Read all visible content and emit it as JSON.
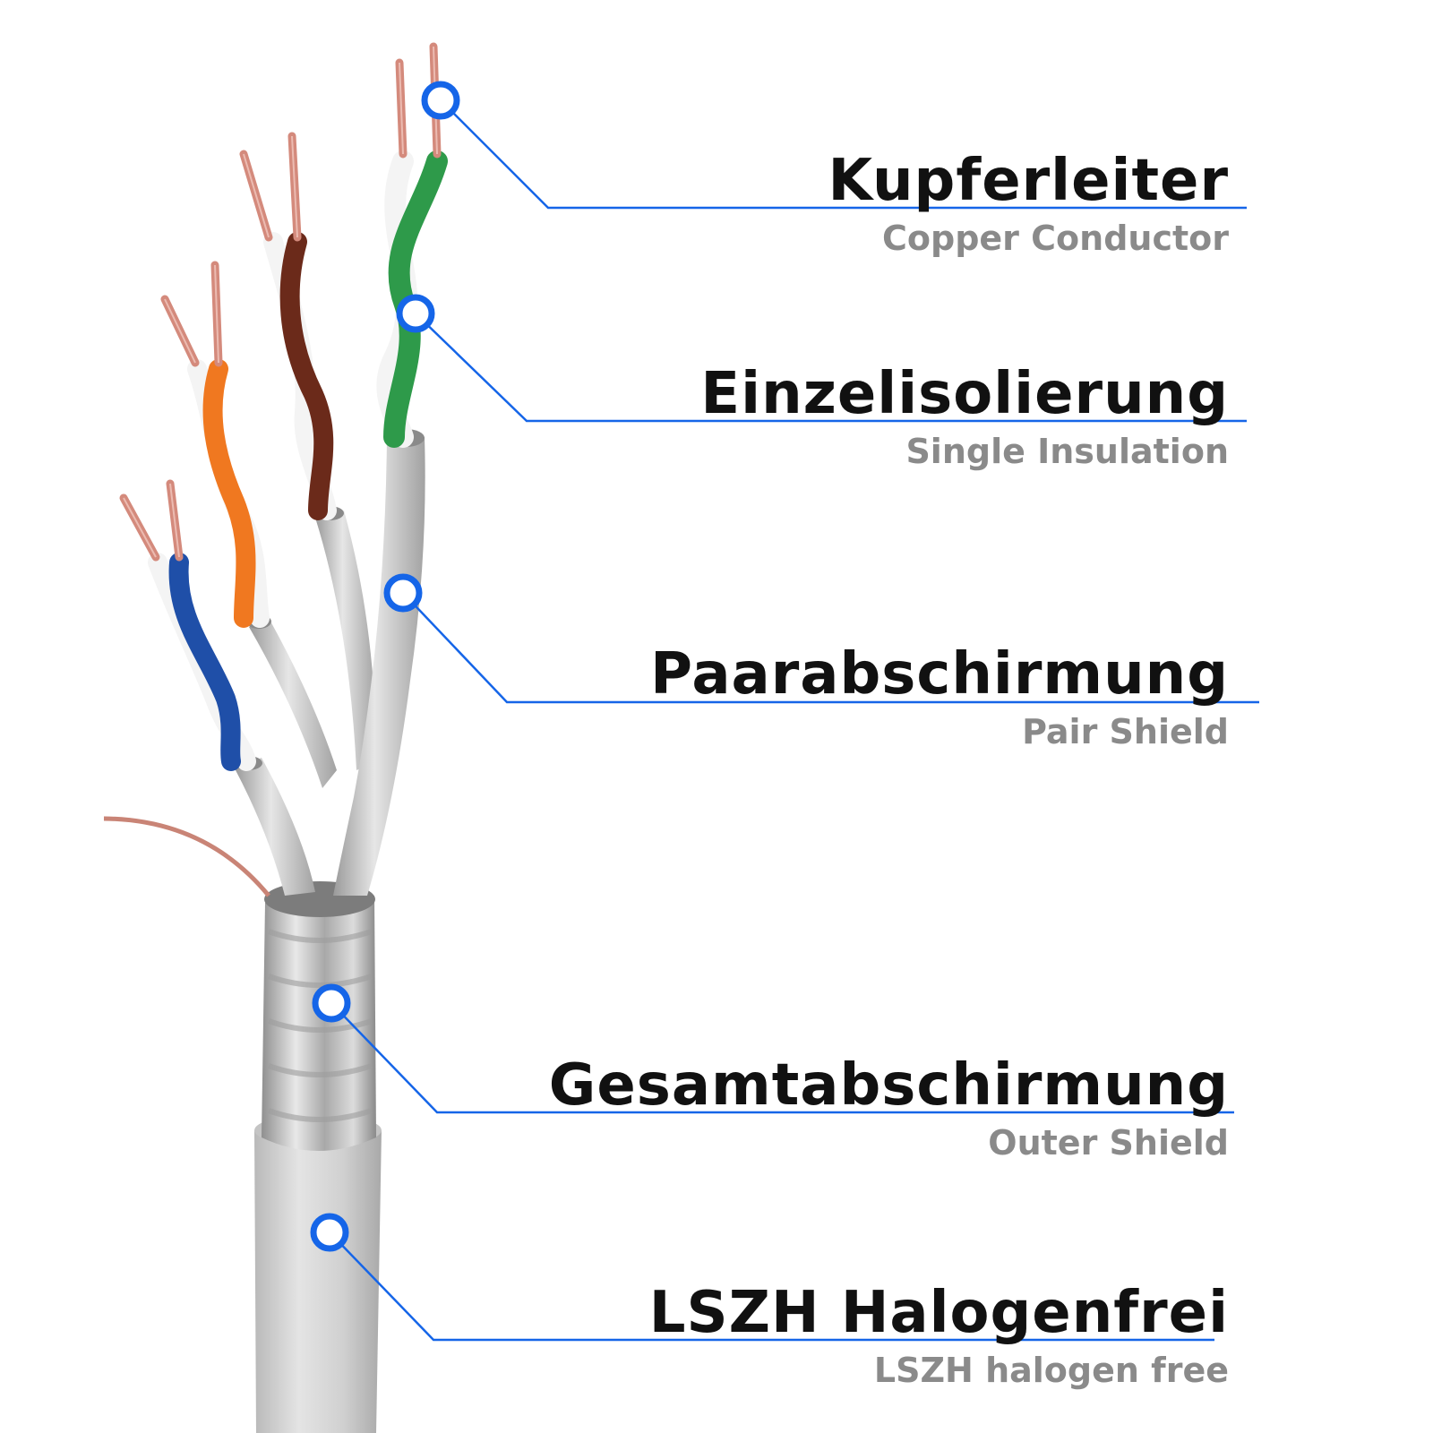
{
  "accent_color": "#1565e8",
  "wire_colors": {
    "green": "#2e9a4a",
    "brown": "#6b2a1a",
    "orange": "#f07820",
    "blue": "#1f4fa8",
    "shield": "#c8c8c8",
    "jacket": "#d2d2d2",
    "copper": "#d48a7c"
  },
  "callouts": [
    {
      "id": "kupferleiter",
      "label_de": "Kupferleiter",
      "label_en": "Copper Conductor"
    },
    {
      "id": "einzelisolierung",
      "label_de": "Einzelisolierung",
      "label_en": "Single Insulation"
    },
    {
      "id": "paarabschirmung",
      "label_de": "Paarabschirmung",
      "label_en": "Pair Shield"
    },
    {
      "id": "gesamtabschirmung",
      "label_de": "Gesamtabschirmung",
      "label_en": "Outer Shield"
    },
    {
      "id": "lszh",
      "label_de": "LSZH Halogenfrei",
      "label_en": "LSZH halogen free"
    }
  ]
}
